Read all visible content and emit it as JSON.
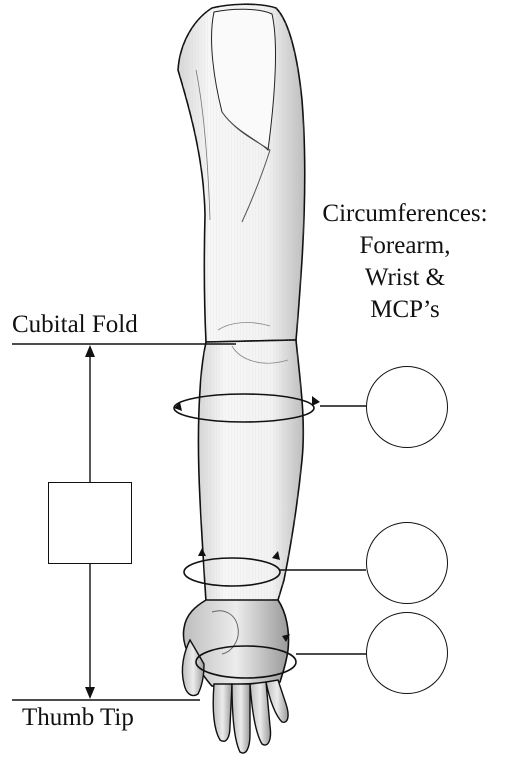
{
  "title": {
    "line1": "Circumferences:",
    "line2": "Forearm,",
    "line3": "Wrist &",
    "line4": "MCP’s"
  },
  "labels": {
    "cubital_fold": "Cubital Fold",
    "thumb_tip": "Thumb Tip"
  },
  "colors": {
    "ink": "#111111",
    "skin_light": "#f4f4f4",
    "skin_shade": "#c9c9c9",
    "background": "#ffffff"
  },
  "icons": {
    "arm": "arm-illustration",
    "arrow_up": "arrowhead-up",
    "arrow_down": "arrowhead-down"
  }
}
